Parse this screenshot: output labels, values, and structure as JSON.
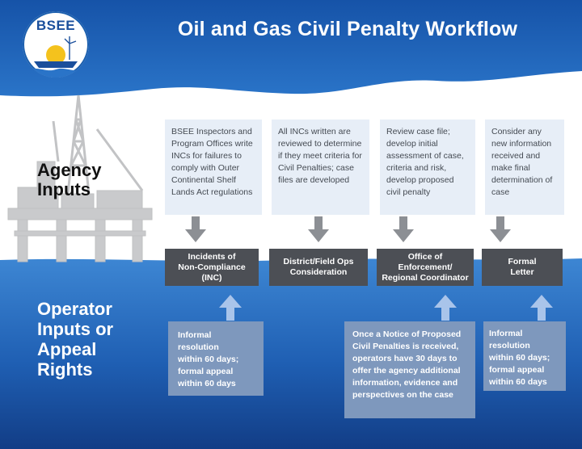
{
  "header": {
    "logo_text": "BSEE",
    "title": "Oil and Gas Civil Penalty Workflow"
  },
  "rows": {
    "agency_label": "Agency\nInputs",
    "operator_label": "Operator\nInputs or\nAppeal\nRights"
  },
  "agency_inputs": [
    "BSEE Inspectors and Program Offices write INCs for failures to comply with Outer Continental Shelf Lands Act regulations",
    "All INCs written are reviewed to determine if they meet criteria for Civil Penalties; case files are developed",
    "Review case file; develop initial assessment of case, criteria and risk, develop proposed civil penalty",
    "Consider any new information received and make final determination of case"
  ],
  "steps": [
    "Incidents of\nNon-Compliance\n(INC)",
    "District/Field Ops\nConsideration",
    "Office of Enforcement/\nRegional Coordinator",
    "Formal\nLetter"
  ],
  "operator_inputs": [
    "Informal resolution\nwithin 60 days;\nformal appeal\nwithin 60 days",
    "Once a Notice of Proposed\nCivil Penalties is received,\noperators have 30 days to\noffer the agency additional\ninformation, evidence and\nperspectives on the case",
    "Informal resolution\nwithin 60 days;\nformal appeal\nwithin 60 days"
  ],
  "colors": {
    "header_blue": "#1d5fb4",
    "water_blue": "#2f73c4",
    "deep_blue": "#133f88",
    "step_gray": "#4c4f55",
    "arrow_gray": "#8c8f94",
    "arrow_blue": "#a9c4ea",
    "info_box": "#e7eef7",
    "operator_box": "#7e98bd"
  },
  "icons": [
    "oil-platform-icon",
    "down-arrow-icon",
    "up-arrow-icon",
    "wind-turbine-icon",
    "ship-icon"
  ]
}
